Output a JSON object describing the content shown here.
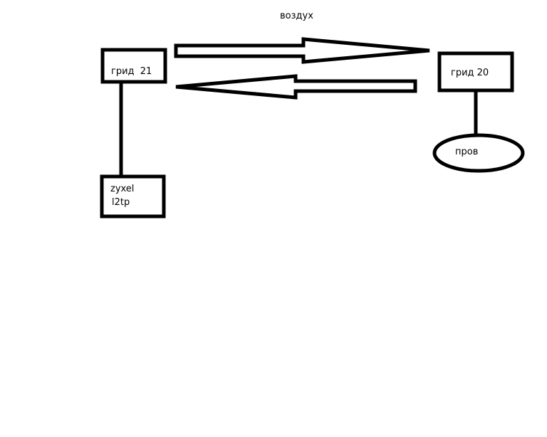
{
  "diagram": {
    "air_label": "воздух",
    "node_grid21": "грид  21",
    "node_grid20": "грид 20",
    "node_zyxel_line1": "zyxel",
    "node_zyxel_line2": "l2tp",
    "node_provider": "пров"
  },
  "colors": {
    "stroke": "#000000",
    "background": "#ffffff"
  }
}
